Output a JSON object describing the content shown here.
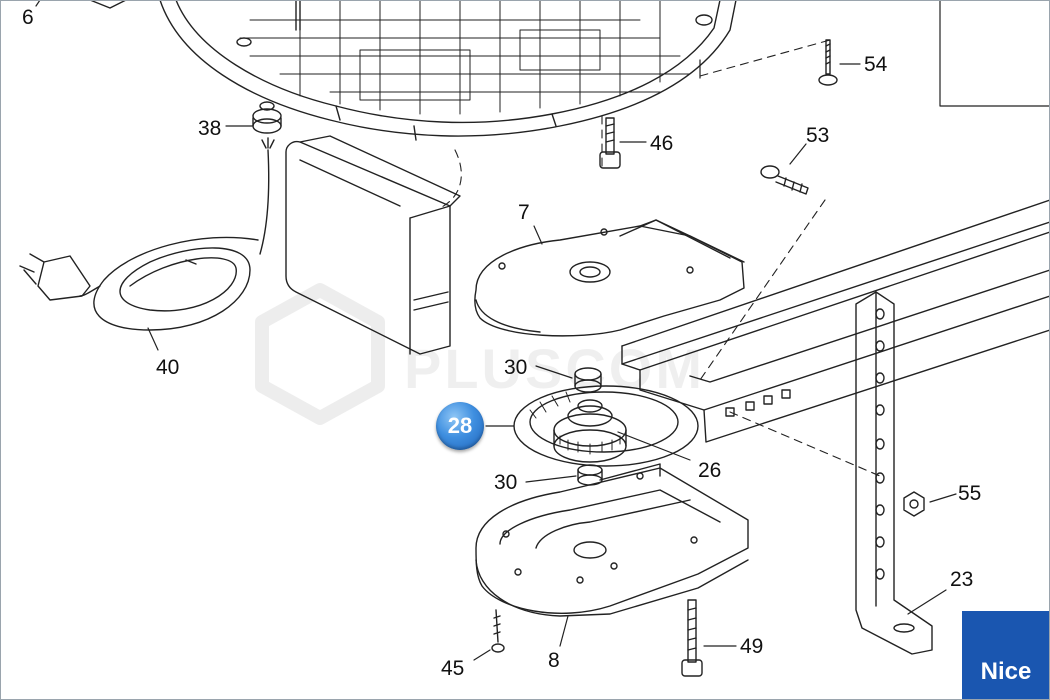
{
  "diagram": {
    "watermark": "PLUSCOM",
    "brand": "Nice",
    "hotspot": {
      "number": "28",
      "accent": "#2f7fd6"
    },
    "part_labels": {
      "p6": "6",
      "p54": "54",
      "p38": "38",
      "p46": "46",
      "p53": "53",
      "p7": "7",
      "p40": "40",
      "p30_upper": "30",
      "p26": "26",
      "p30_lower": "30",
      "p55": "55",
      "p23": "23",
      "p49": "49",
      "p45": "45",
      "p8": "8"
    }
  }
}
